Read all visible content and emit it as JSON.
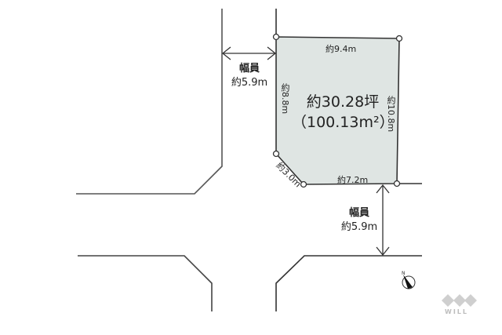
{
  "plot": {
    "area_tsubo": "約30.28坪",
    "area_sqm": "（100.13m²）",
    "fill_color": "#dfe5e3",
    "line_color": "#333333",
    "edges": {
      "top": "約9.4m",
      "left": "約8.8m",
      "right": "約10.8m",
      "bottom": "約7.2m",
      "corner_cut": "約3.0m"
    }
  },
  "roads": {
    "west": {
      "label": "幅員",
      "width": "約5.9m"
    },
    "south": {
      "label": "幅員",
      "width": "約5.9m"
    }
  },
  "compass": {
    "label": "N"
  },
  "logo": {
    "text": "WILL",
    "color": "#c8c8c8"
  }
}
